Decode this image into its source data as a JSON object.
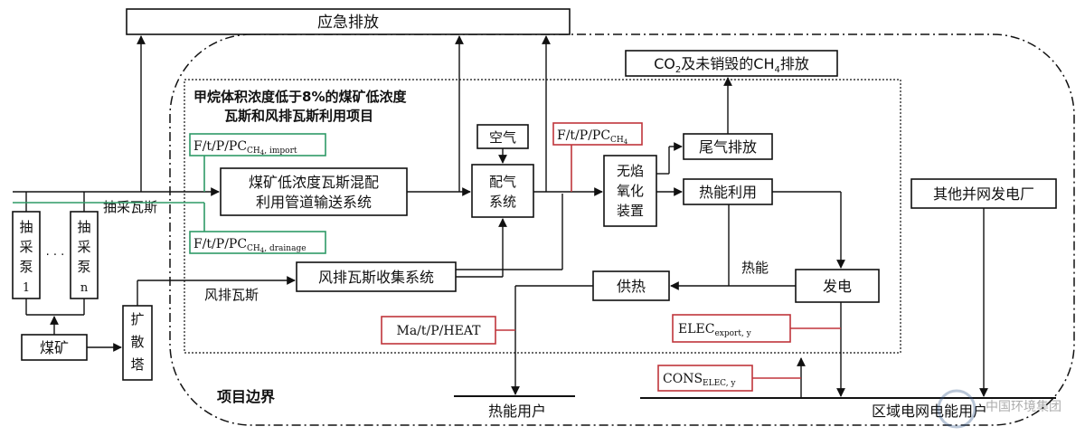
{
  "title_lines": [
    "甲烷体积浓度低于8%的煤矿低浓度",
    "瓦斯和风排瓦斯利用项目"
  ],
  "project_boundary_label": "项目边界",
  "nodes": {
    "emergency": "应急排放",
    "co2_prefix": "CO",
    "co2_sub": "2",
    "co2_mid": "及未销毁的CH",
    "co2_sub2": "4",
    "co2_suffix": "排放",
    "pump_left": [
      "抽",
      "采",
      "泵",
      "1"
    ],
    "pump_right": [
      "抽",
      "采",
      "泵",
      "n"
    ],
    "pump_ellipsis": "· · ·",
    "coal_mine": "煤矿",
    "diffuser": [
      "扩",
      "散",
      "塔"
    ],
    "pipeline": [
      "煤矿低浓度瓦斯混配",
      "利用管道输送系统"
    ],
    "air": "空气",
    "mixing": [
      "配气",
      "系统"
    ],
    "flameless": [
      "无焰",
      "氧化",
      "装置"
    ],
    "tail_gas": "尾气排放",
    "heat_use": "热能利用",
    "heat_supply": "供热",
    "generation": "发电",
    "ventilation_system": "风排瓦斯收集系统",
    "other_plants": "其他并网发电厂",
    "heat_users": "热能用户",
    "grid_users": "区域电网电能用户"
  },
  "parameters": {
    "import_main": "F/t/P/PC",
    "import_sub": "CH",
    "import_sub4": "4",
    "import_tail": ", import",
    "drainage_main": "F/t/P/PC",
    "drainage_sub": "CH",
    "drainage_sub4": "4",
    "drainage_tail": ", drainage",
    "red_main": "F/t/P/PC",
    "red_sub": "CH",
    "red_sub4": "4",
    "heat_param": "Ma/t/P/HEAT",
    "elec_main": "ELEC",
    "elec_sub": "export, y",
    "cons_main": "CONS",
    "cons_sub": "ELEC, y"
  },
  "flow_labels": {
    "drainage_gas": "抽采瓦斯",
    "ventilation_gas": "风排瓦斯",
    "heat_energy": "热能"
  },
  "watermark": "中国环境集团",
  "colors": {
    "line": "#111111",
    "green_param": "#2e9a67",
    "red_param": "#c0353b"
  }
}
